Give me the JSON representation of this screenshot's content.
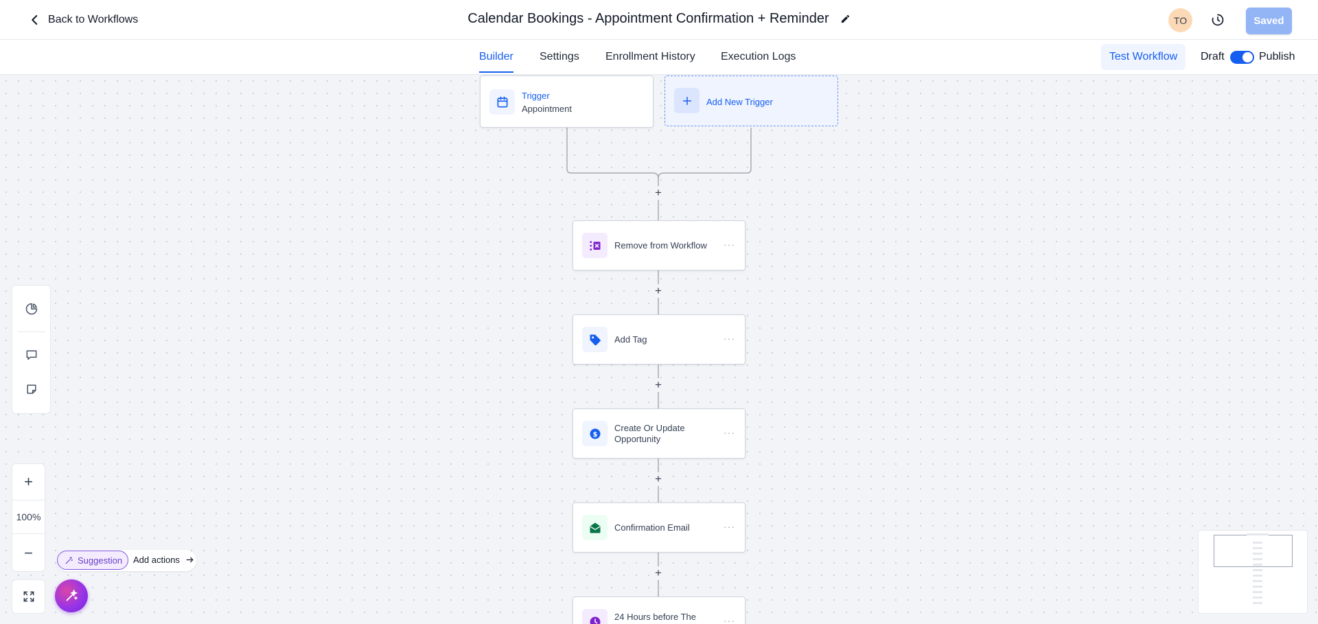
{
  "header": {
    "back_label": "Back to Workflows",
    "title": "Calendar Bookings - Appointment Confirmation + Reminder",
    "avatar_initials": "TO",
    "saved_label": "Saved"
  },
  "tabs": [
    {
      "label": "Builder",
      "active": true
    },
    {
      "label": "Settings",
      "active": false
    },
    {
      "label": "Enrollment History",
      "active": false
    },
    {
      "label": "Execution Logs",
      "active": false
    }
  ],
  "toolbar": {
    "test_label": "Test Workflow",
    "draft_label": "Draft",
    "publish_label": "Publish",
    "publish_toggle_on": true
  },
  "trigger": {
    "title": "Trigger",
    "subtitle": "Appointment",
    "icon": "calendar-icon"
  },
  "add_trigger": {
    "label": "Add New Trigger",
    "icon": "plus-icon"
  },
  "actions": [
    {
      "label": "Remove from Workflow",
      "icon": "remove-workflow-icon",
      "icon_color": "#7e22ce"
    },
    {
      "label": "Add Tag",
      "icon": "tag-icon",
      "icon_color": "#155eef"
    },
    {
      "label": "Create Or Update Opportunity",
      "icon": "dollar-icon",
      "icon_color": "#155eef"
    },
    {
      "label": "Confirmation Email",
      "icon": "email-icon",
      "icon_color": "#067647"
    },
    {
      "label": "24 Hours before The",
      "icon": "clock-icon",
      "icon_color": "#7e22ce"
    }
  ],
  "add_step_symbol": "+",
  "more_symbol": "···",
  "zoom": {
    "level": "100%",
    "in_symbol": "+",
    "out_symbol": "−"
  },
  "suggestion": {
    "chip_label": "Suggestion",
    "action_label": "Add actions"
  },
  "colors": {
    "accent": "#155eef",
    "saved_bg": "#93b4f5",
    "suggestion_purple": "#7f56d9"
  }
}
